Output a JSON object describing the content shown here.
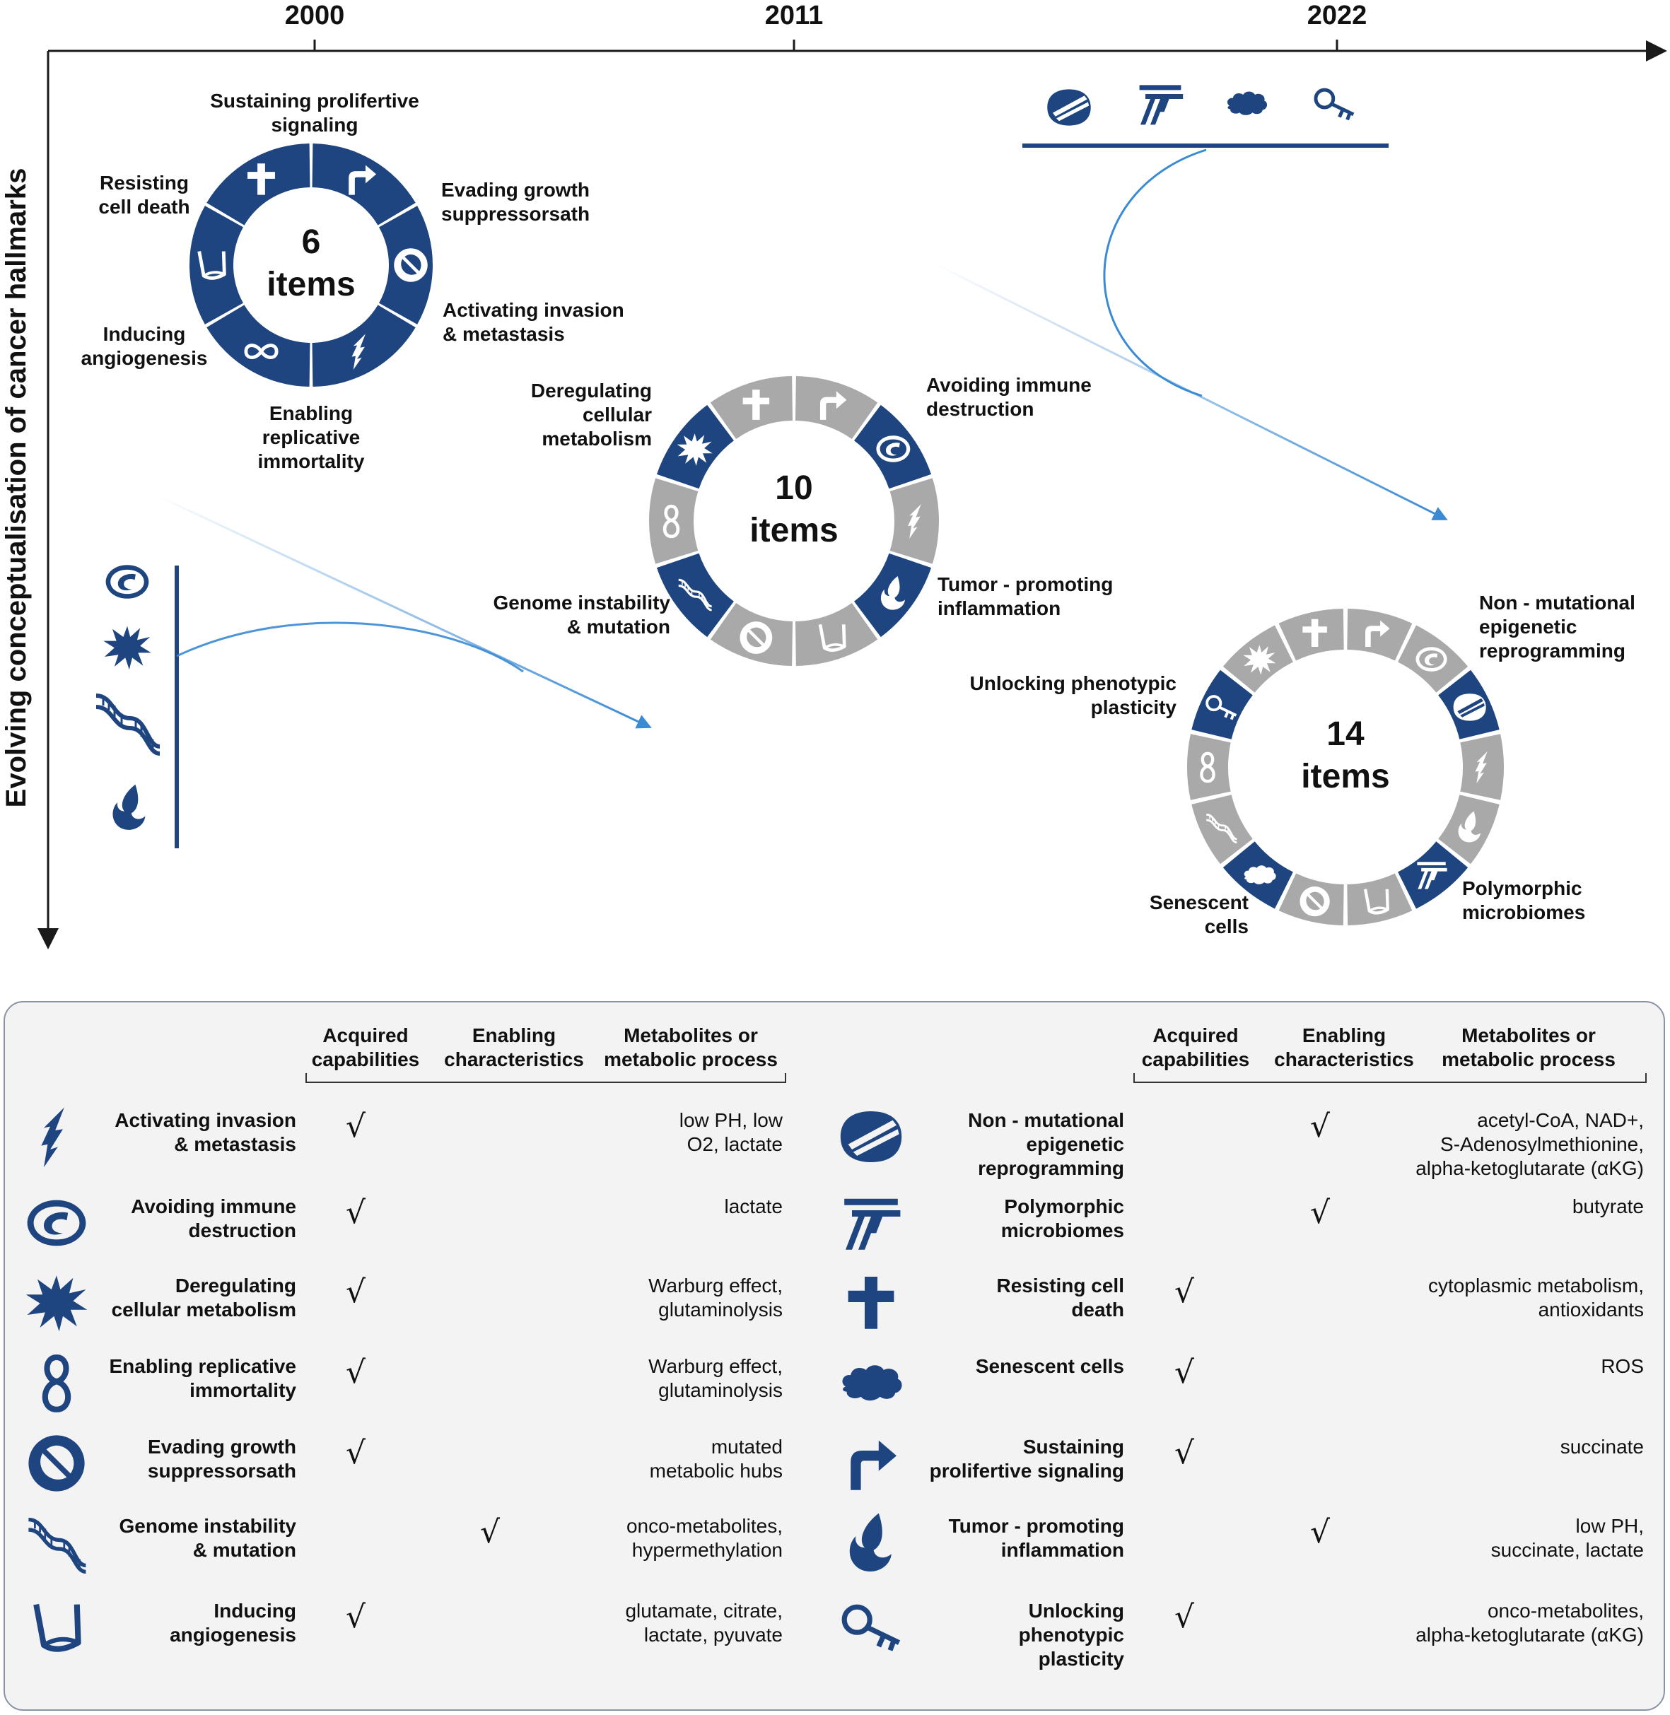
{
  "axis": {
    "vertical_label": "Evolving conceptualisation of cancer hallmarks",
    "years": [
      "2000",
      "2011",
      "2022"
    ]
  },
  "colors": {
    "blue": "#1e4580",
    "gray": "#a9a9a9",
    "arrow": "#3a8ad4"
  },
  "wheels": {
    "w2000": {
      "count": "6",
      "unit": "items",
      "labels": {
        "sustaining": "Sustaining prolifertive\nsignaling",
        "evading": "Evading growth\nsuppressorsath",
        "activating": "Activating invasion\n& metastasis",
        "enabling": "Enabling\nreplicative\nimmortality",
        "inducing": "Inducing\nangiogenesis",
        "resisting": "Resisting\ncell death"
      }
    },
    "w2011": {
      "count": "10",
      "unit": "items",
      "labels": {
        "avoiding": "Avoiding immune\ndestruction",
        "tumor": "Tumor - promoting\ninflammation",
        "genome": "Genome instability\n& mutation",
        "dereg": "Deregulating\ncellular\nmetabolism"
      }
    },
    "w2022": {
      "count": "14",
      "unit": "items",
      "labels": {
        "nonmut": "Non - mutational\nepigenetic\nreprogramming",
        "unlocking": "Unlocking phenotypic\nplasticity",
        "polymorphic": "Polymorphic\nmicrobiomes",
        "senescent": "Senescent\ncells"
      }
    }
  },
  "table": {
    "headers": {
      "acquired": "Acquired\ncapabilities",
      "enabling": "Enabling\ncharacteristics",
      "metabolites": "Metabolites or\nmetabolic process"
    },
    "check_mark": "√",
    "left_rows": [
      {
        "icon": "lightning-icon",
        "name": "Activating invasion\n& metastasis",
        "col": "acquired",
        "meta": "low PH, low\nO2, lactate"
      },
      {
        "icon": "eye-icon",
        "name": "Avoiding immune\ndestruction",
        "col": "acquired",
        "meta": "lactate"
      },
      {
        "icon": "burst-icon",
        "name": "Deregulating\ncellular metabolism",
        "col": "acquired",
        "meta": "Warburg effect,\nglutaminolysis"
      },
      {
        "icon": "infinity-icon",
        "name": "Enabling replicative\nimmortality",
        "col": "acquired",
        "meta": "Warburg effect,\nglutaminolysis"
      },
      {
        "icon": "prohibition-icon",
        "name": "Evading growth\nsuppressorsath",
        "col": "acquired",
        "meta": "mutated\nmetabolic hubs"
      },
      {
        "icon": "dna-icon",
        "name": "Genome instability\n& mutation",
        "col": "enabling",
        "meta": "onco-metabolites,\nhypermethylation"
      },
      {
        "icon": "vessel-icon",
        "name": "Inducing\nangiogenesis",
        "col": "acquired",
        "meta": "glutamate, citrate,\nlactate, pyuvate"
      }
    ],
    "right_rows": [
      {
        "icon": "striped-oval-icon",
        "name": "Non - mutational\nepigenetic\nreprogramming",
        "col": "enabling",
        "meta": "acetyl-CoA, NAD+,\nS-Adenosylmethionine,\nalpha-ketoglutarate (αKG)"
      },
      {
        "icon": "microbe-icon",
        "name": "Polymorphic\nmicrobiomes",
        "col": "enabling",
        "meta": "butyrate"
      },
      {
        "icon": "cross-icon",
        "name": "Resisting cell\ndeath",
        "col": "acquired",
        "meta": "cytoplasmic metabolism,\nantioxidants"
      },
      {
        "icon": "cloud-icon",
        "name": "Senescent cells",
        "col": "acquired",
        "meta": "ROS"
      },
      {
        "icon": "turn-arrow-icon",
        "name": "Sustaining\nprolifertive signaling",
        "col": "acquired",
        "meta": "succinate"
      },
      {
        "icon": "flame-icon",
        "name": "Tumor - promoting\ninflammation",
        "col": "enabling",
        "meta": "low PH,\nsuccinate, lactate"
      },
      {
        "icon": "key-icon",
        "name": "Unlocking\nphenotypic\nplasticity",
        "col": "acquired",
        "meta": "onco-metabolites,\nalpha-ketoglutarate (αKG)"
      }
    ]
  }
}
